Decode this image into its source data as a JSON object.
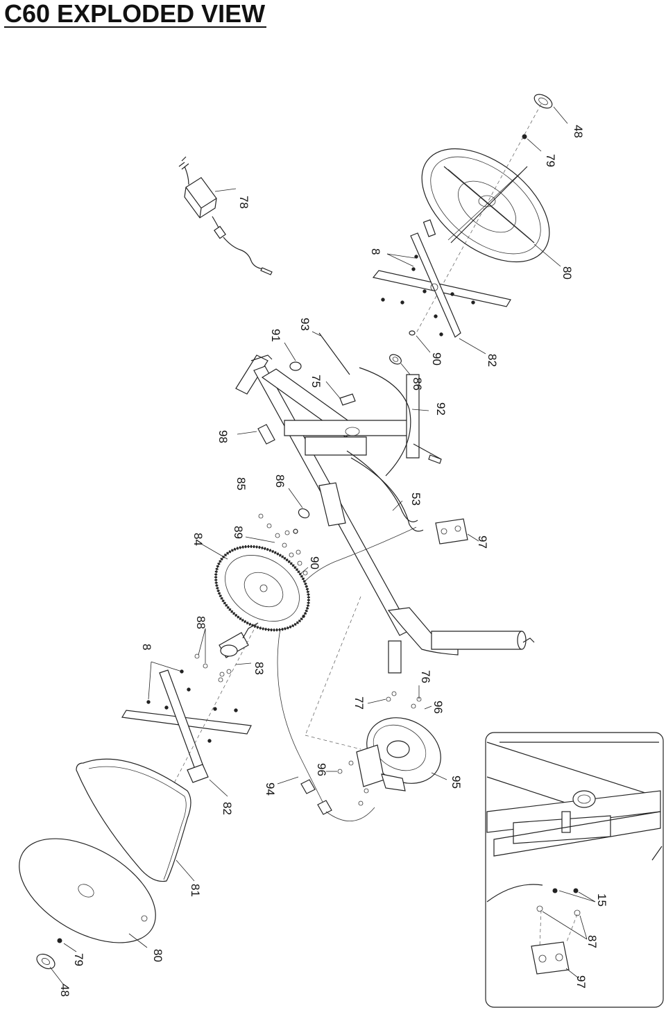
{
  "title": "C60 EXPLODED VIEW",
  "colors": {
    "ink": "#111111",
    "paper": "#ffffff"
  },
  "labels": {
    "p78": "78",
    "p48_top": "48",
    "p79_top": "79",
    "p80_top": "80",
    "p8_top": "8",
    "p82_top": "82",
    "p93": "93",
    "p91": "91",
    "p75": "75",
    "p86_top": "86",
    "p90_top": "90",
    "p92": "92",
    "p98": "98",
    "p85": "85",
    "p86_mid": "86",
    "p53": "53",
    "p84": "84",
    "p89": "89",
    "p90_mid": "90",
    "p97_mid": "97",
    "p88": "88",
    "p8_mid": "8",
    "p83": "83",
    "p76": "76",
    "p77": "77",
    "p96_a": "96",
    "p96_b": "96",
    "p95": "95",
    "p94": "94",
    "p82_bot": "82",
    "p81": "81",
    "p80_bot": "80",
    "p79_bot": "79",
    "p48_bot": "48",
    "p15": "15",
    "p87": "87",
    "p97_inset": "97"
  }
}
